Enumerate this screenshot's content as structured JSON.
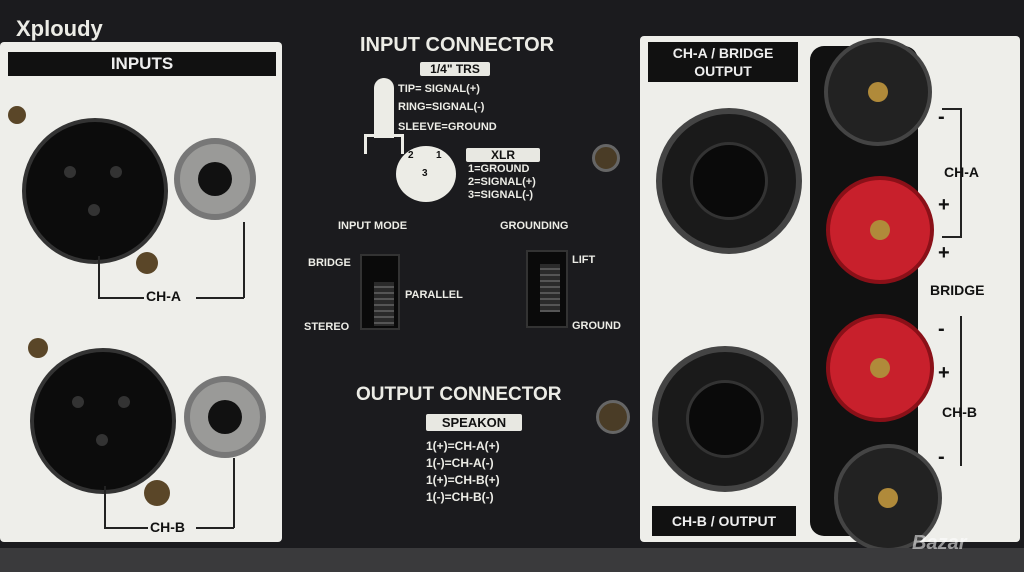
{
  "watermarks": {
    "top_left": "Xploudy",
    "bottom_right": "Bazar"
  },
  "inputs_panel": {
    "title": "INPUTS",
    "channel_a_label": "CH-A",
    "channel_b_label": "CH-B"
  },
  "input_connector": {
    "title": "INPUT CONNECTOR",
    "trs_title": "1/4\" TRS",
    "trs_pins": [
      "TIP= SIGNAL(+)",
      "RING=SIGNAL(-)",
      "SLEEVE=GROUND"
    ],
    "xlr_title": "XLR",
    "xlr_pin_numbers": [
      "2",
      "1",
      "3"
    ],
    "xlr_pins": [
      "1=GROUND",
      "2=SIGNAL(+)",
      "3=SIGNAL(-)"
    ]
  },
  "input_mode": {
    "title": "INPUT MODE",
    "options": [
      "BRIDGE",
      "PARALLEL",
      "STEREO"
    ]
  },
  "grounding": {
    "title": "GROUNDING",
    "options": [
      "LIFT",
      "GROUND"
    ]
  },
  "output_connector": {
    "title": "OUTPUT CONNECTOR",
    "speakon_title": "SPEAKON",
    "pins": [
      "1(+)=CH-A(+)",
      "1(-)=CH-A(-)",
      "1(+)=CH-B(+)",
      "1(-)=CH-B(-)"
    ]
  },
  "output_panel": {
    "top_label_line1": "CH-A / BRIDGE",
    "top_label_line2": "OUTPUT",
    "bottom_label": "CH-B / OUTPUT",
    "ch_a": "CH-A",
    "bridge": "BRIDGE",
    "ch_b": "CH-B",
    "signs": [
      "-",
      "+",
      "+",
      "-",
      "+",
      "-"
    ]
  },
  "colors": {
    "panel": "#eeeeea",
    "chassis": "#1b1b1e",
    "red_post": "#c8202c",
    "black_post": "#222222"
  }
}
